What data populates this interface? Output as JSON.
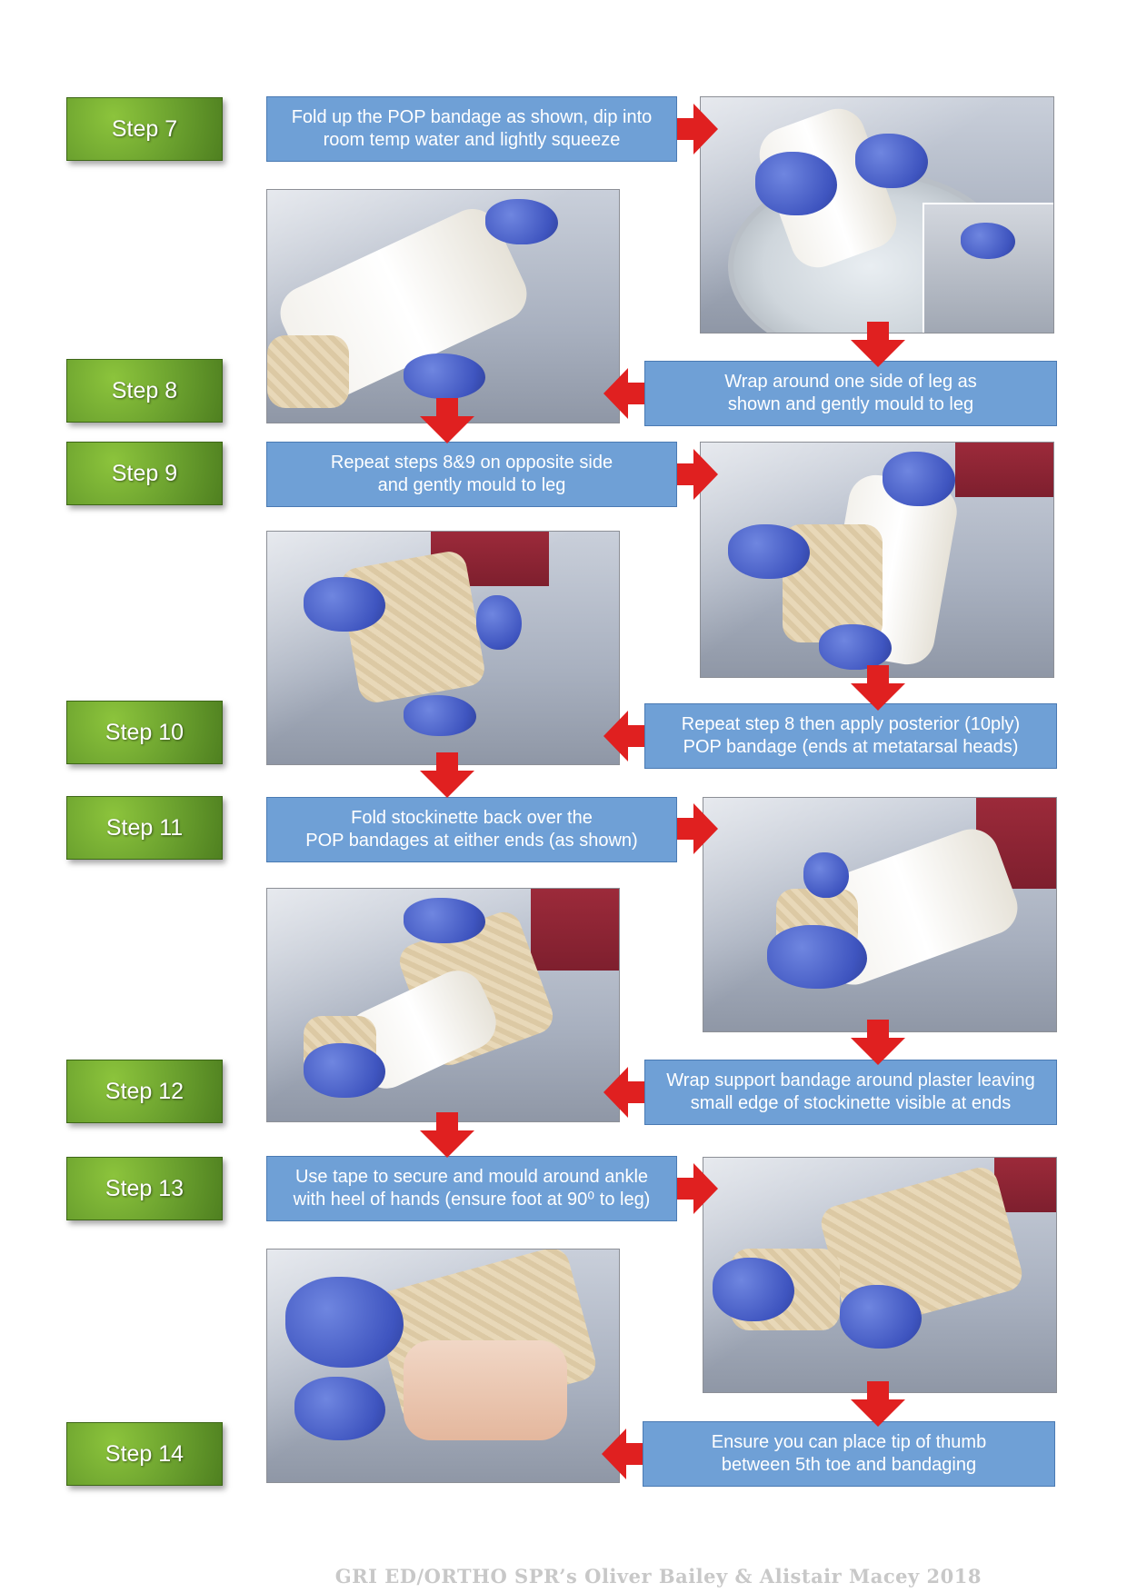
{
  "steps": [
    {
      "label": "Step 7"
    },
    {
      "label": "Step 8"
    },
    {
      "label": "Step 9"
    },
    {
      "label": "Step 10"
    },
    {
      "label": "Step 11"
    },
    {
      "label": "Step 12"
    },
    {
      "label": "Step 13"
    },
    {
      "label": "Step 14"
    }
  ],
  "instructions": {
    "step7": "Fold up the POP bandage as shown, dip into\nroom temp water and lightly squeeze",
    "step8": "Wrap around one side of leg as\nshown and gently mould to leg",
    "step9": "Repeat steps 8&9 on opposite side\nand gently mould to leg",
    "step10": "Repeat step 8 then apply posterior (10ply)\nPOP bandage (ends at metatarsal heads)",
    "step11": "Fold stockinette back over the\nPOP bandages at either ends (as shown)",
    "step12": "Wrap support bandage around plaster leaving\nsmall edge of stockinette visible at ends",
    "step13": "Use tape to secure and mould around ankle\nwith heel of hands (ensure foot at 90⁰ to leg)",
    "step14": "Ensure you can place tip of thumb\nbetween 5th toe and bandaging"
  },
  "footer": "GRI ED/ORTHO SPR’s Oliver Bailey & Alistair Macey 2018",
  "colors": {
    "step_green": "#6aa02e",
    "instruction_blue": "#6fa0d6",
    "arrow_red": "#e02020",
    "footer_gray": "#c8c8c8"
  }
}
